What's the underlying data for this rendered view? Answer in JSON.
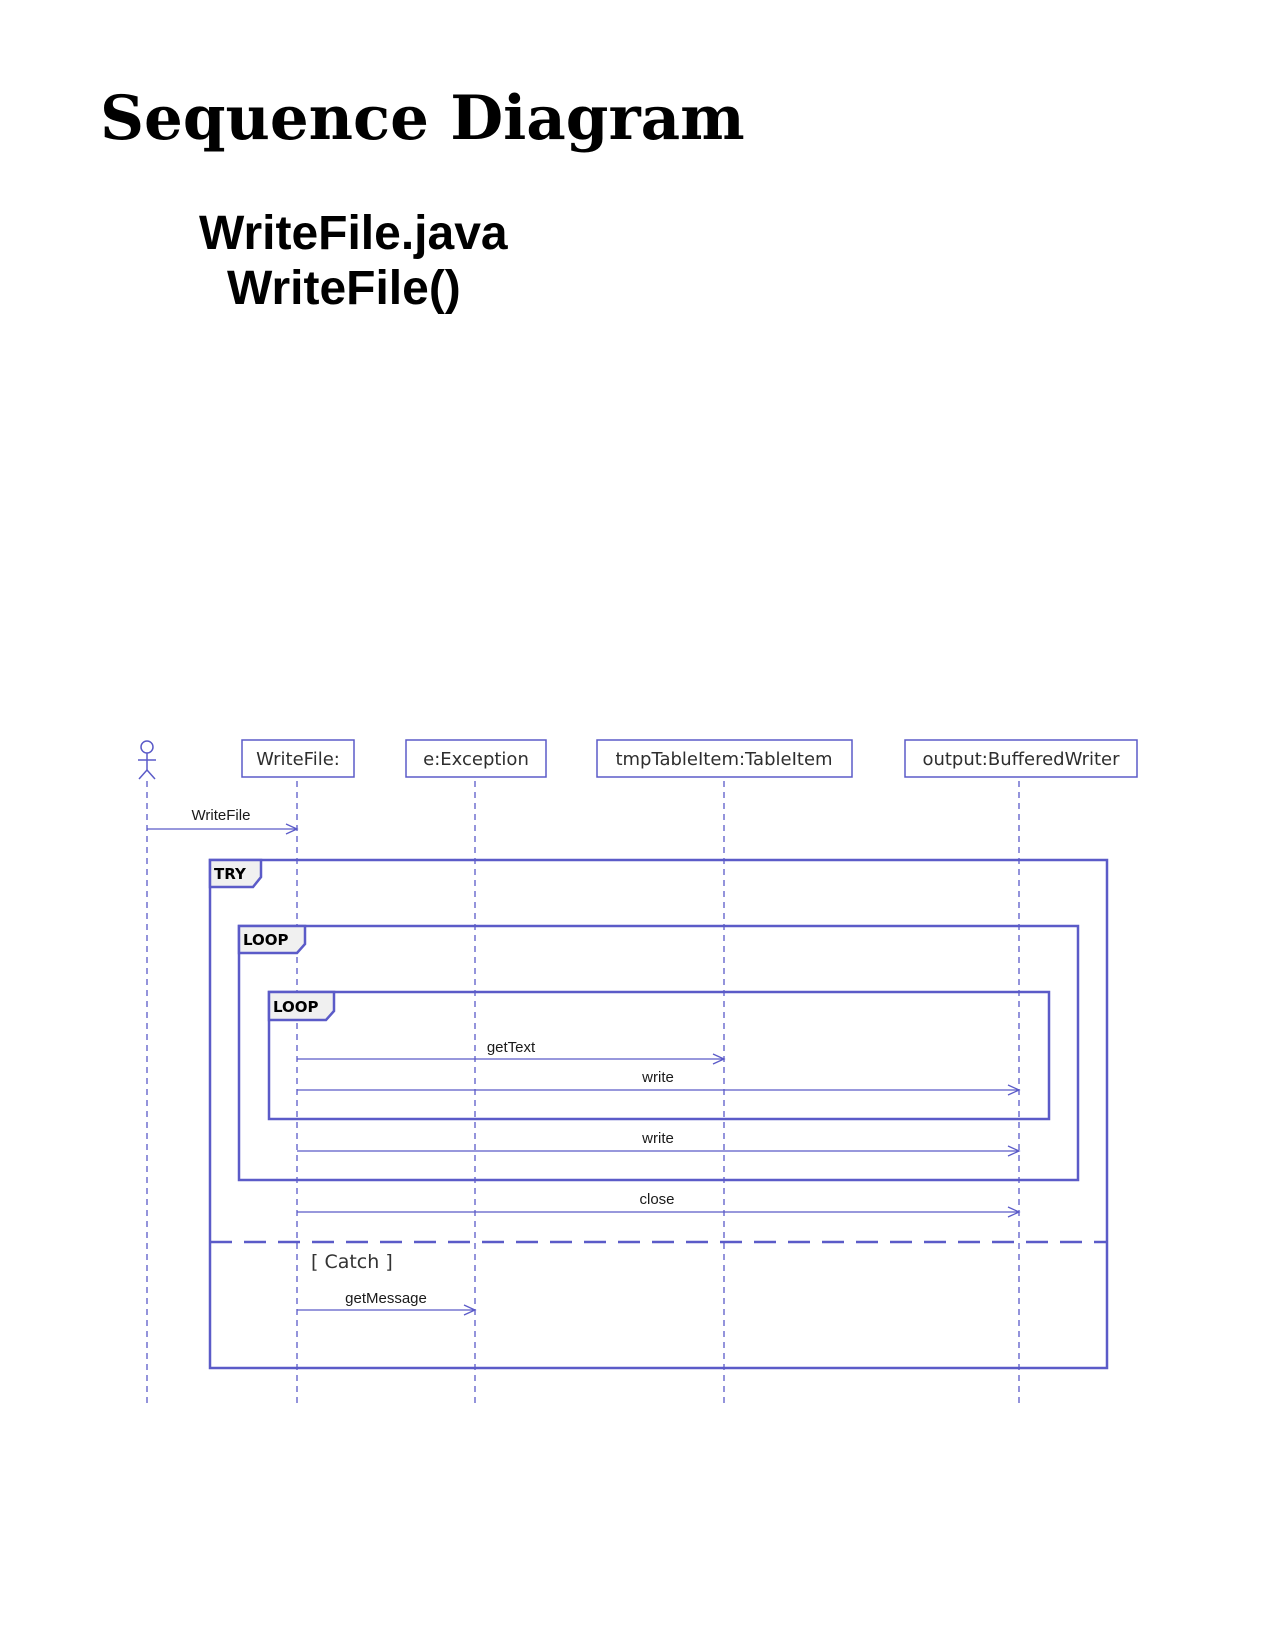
{
  "page": {
    "title": "Sequence Diagram",
    "file_name": "WriteFile.java",
    "method_name": "WriteFile()"
  },
  "colors": {
    "diagram_stroke": "#5b5bc8",
    "frame_tab_fill": "#f0f0f0",
    "text": "#000000"
  },
  "diagram": {
    "actor": {
      "icon": "stick-figure-actor-icon"
    },
    "lifelines": [
      {
        "id": "writefile",
        "label": "WriteFile:"
      },
      {
        "id": "exception",
        "label": "e:Exception"
      },
      {
        "id": "tableitem",
        "label": "tmpTableItem:TableItem"
      },
      {
        "id": "writer",
        "label": "output:BufferedWriter"
      }
    ],
    "messages": [
      {
        "id": "msg-writefile",
        "label": "WriteFile",
        "from": "actor",
        "to": "writefile"
      },
      {
        "id": "msg-gettext",
        "label": "getText",
        "from": "writefile",
        "to": "tableitem"
      },
      {
        "id": "msg-write-inner",
        "label": "write",
        "from": "writefile",
        "to": "writer"
      },
      {
        "id": "msg-write-outer",
        "label": "write",
        "from": "writefile",
        "to": "writer"
      },
      {
        "id": "msg-close",
        "label": "close",
        "from": "writefile",
        "to": "writer"
      },
      {
        "id": "msg-getmessage",
        "label": "getMessage",
        "from": "writefile",
        "to": "exception"
      }
    ],
    "fragments": [
      {
        "id": "try",
        "label": "TRY"
      },
      {
        "id": "loop-outer",
        "label": "LOOP"
      },
      {
        "id": "loop-inner",
        "label": "LOOP"
      }
    ],
    "catch_guard": "[ Catch ]"
  }
}
